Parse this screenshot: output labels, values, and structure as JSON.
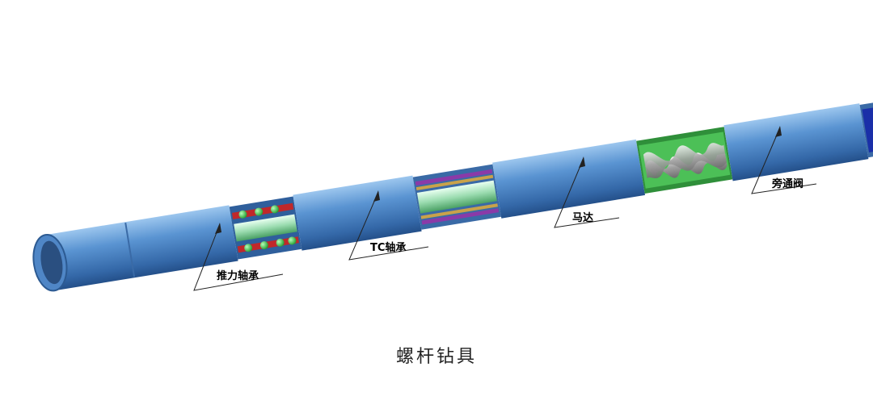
{
  "caption": "螺杆钻具",
  "callouts": {
    "thrust_bearing": "推力轴承",
    "tc_bearing": "TC轴承",
    "motor": "马达",
    "bypass_valve": "旁通阀"
  },
  "colors": {
    "tube": "#4f86c6",
    "tube_light": "#8db9e8",
    "tube_dark": "#2c5a92",
    "green_part": "#3fb24b",
    "bearing_ball": "#33cc55",
    "red_ring": "#c0282a",
    "purple_strip": "#8a3aa8",
    "rotor": "#b8b8b8",
    "valve_blue": "#1a2fa8",
    "spring": "#2ea83a"
  }
}
